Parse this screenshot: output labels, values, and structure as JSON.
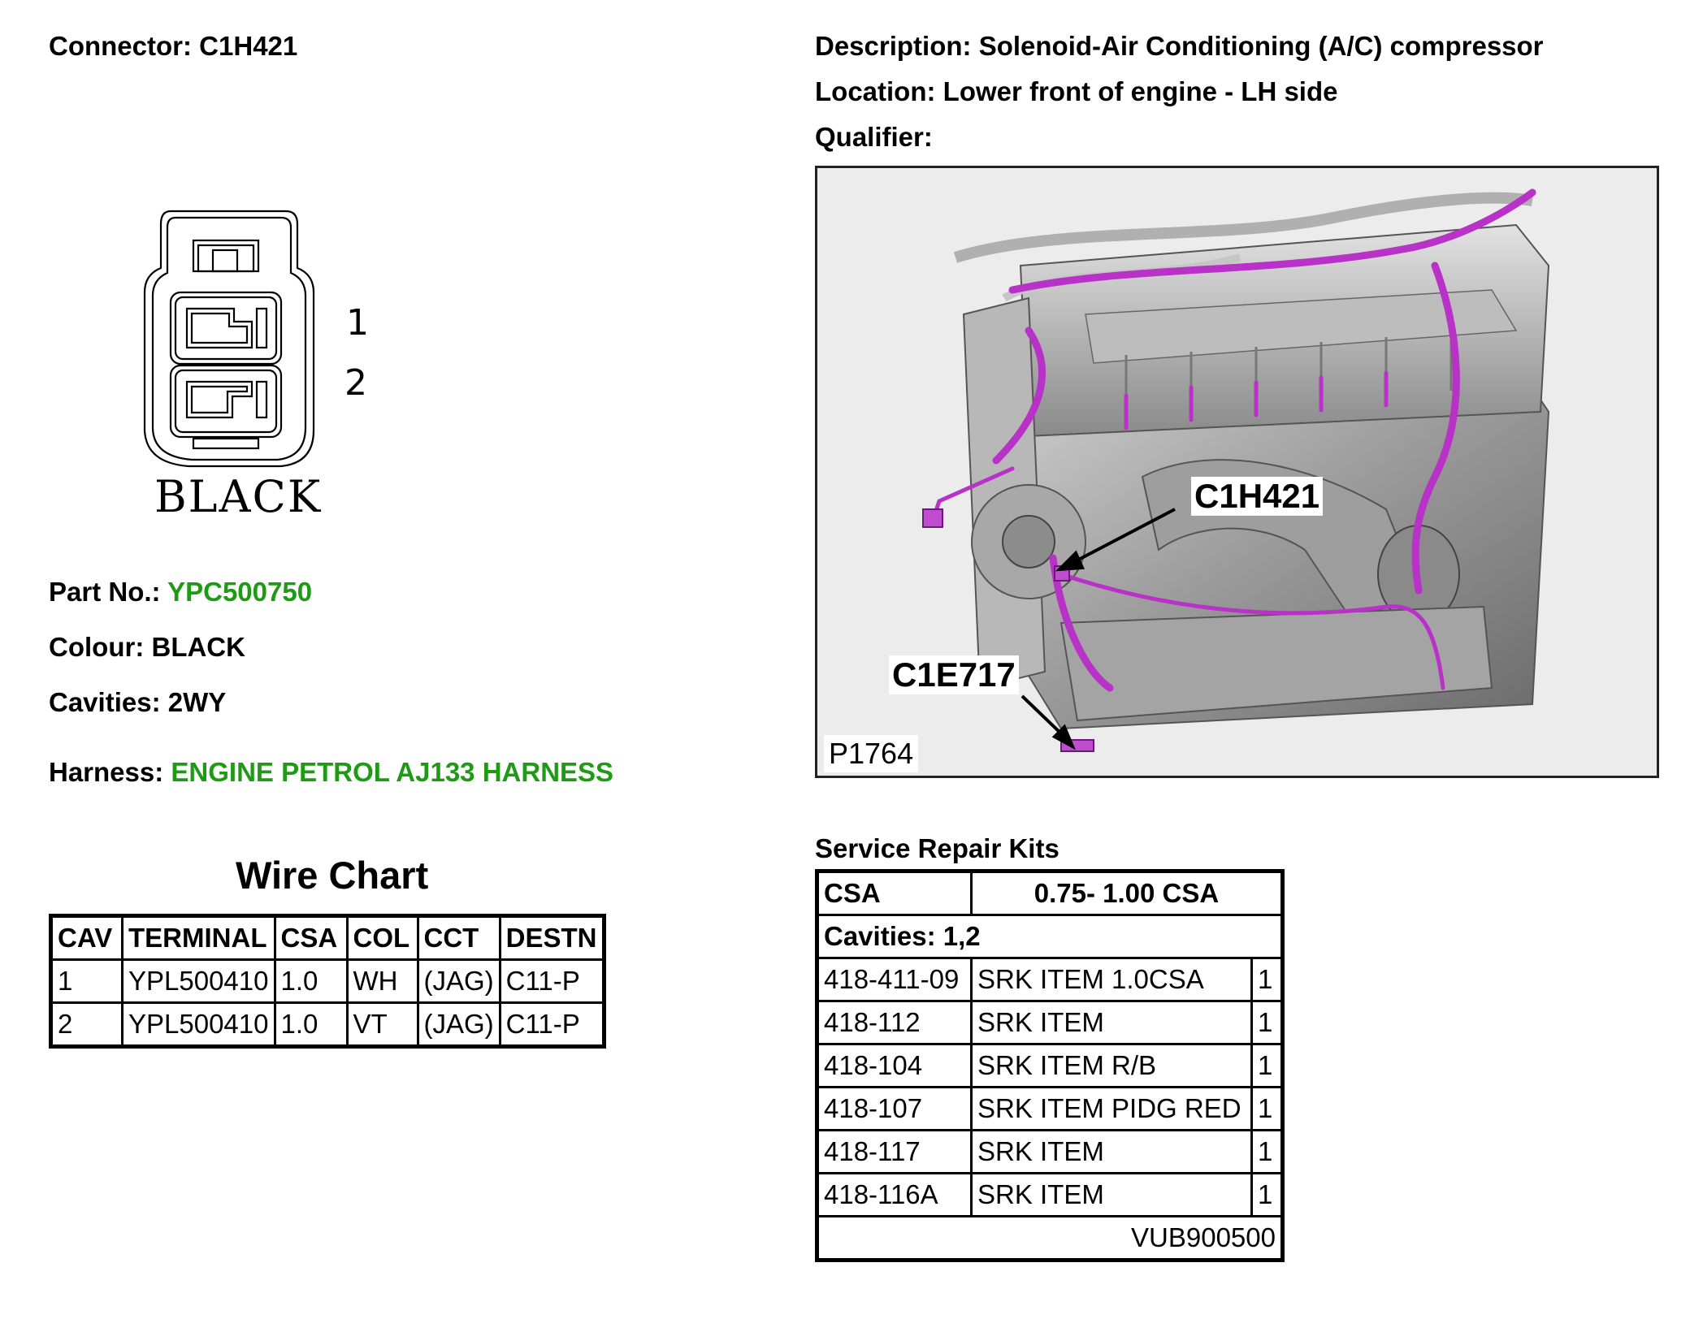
{
  "connector": {
    "label": "Connector:",
    "id": "C1H421",
    "cavity_numbers": [
      "1",
      "2"
    ],
    "color_caption": "BLACK"
  },
  "description": {
    "label": "Description:",
    "value": "Solenoid-Air Conditioning (A/C) compressor"
  },
  "location": {
    "label": "Location:",
    "value": "Lower front of engine - LH side"
  },
  "qualifier": {
    "label": "Qualifier:",
    "value": ""
  },
  "part_no": {
    "label": "Part No.:",
    "value": "YPC500750"
  },
  "colour": {
    "label": "Colour:",
    "value": "BLACK"
  },
  "cavities": {
    "label": "Cavities:",
    "value": "2WY"
  },
  "harness": {
    "label": "Harness:",
    "value": "ENGINE PETROL AJ133 HARNESS"
  },
  "image": {
    "callouts": [
      "C1H421",
      "C1E717"
    ],
    "figure_id": "P1764",
    "harness_color": "#b832c8"
  },
  "wire_chart": {
    "title": "Wire Chart",
    "headers": [
      "CAV",
      "TERMINAL",
      "CSA",
      "COL",
      "CCT",
      "DESTN"
    ],
    "rows": [
      [
        "1",
        "YPL500410",
        "1.0",
        "WH",
        "(JAG)",
        "C11-P"
      ],
      [
        "2",
        "YPL500410",
        "1.0",
        "VT",
        "(JAG)",
        "C11-P"
      ]
    ]
  },
  "service_repair_kits": {
    "title": "Service Repair Kits",
    "csa_label": "CSA",
    "csa_value": "0.75- 1.00 CSA",
    "cavities": "Cavities: 1,2",
    "items": [
      [
        "418-411-09",
        "SRK ITEM 1.0CSA",
        "1"
      ],
      [
        "418-112",
        "SRK ITEM",
        "1"
      ],
      [
        "418-104",
        "SRK ITEM R/B",
        "1"
      ],
      [
        "418-107",
        "SRK ITEM PIDG RED",
        "1"
      ],
      [
        "418-117",
        "SRK ITEM",
        "1"
      ],
      [
        "418-116A",
        "SRK ITEM",
        "1"
      ]
    ],
    "footer": "VUB900500"
  }
}
